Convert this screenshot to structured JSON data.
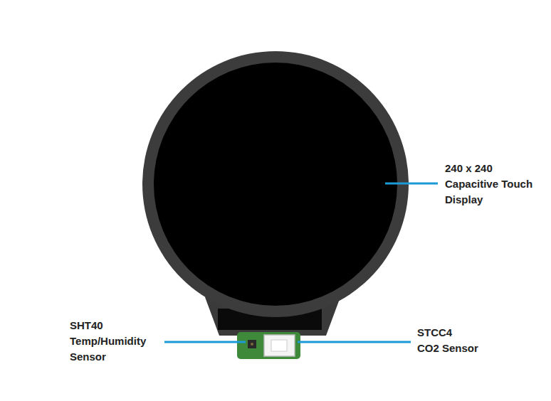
{
  "diagram": {
    "labels": [
      "240 x 240 Capacitive Touch Display",
      "SHT40 Temp/Humidity Sensor",
      "STCC4 CO2 Sensor"
    ]
  }
}
